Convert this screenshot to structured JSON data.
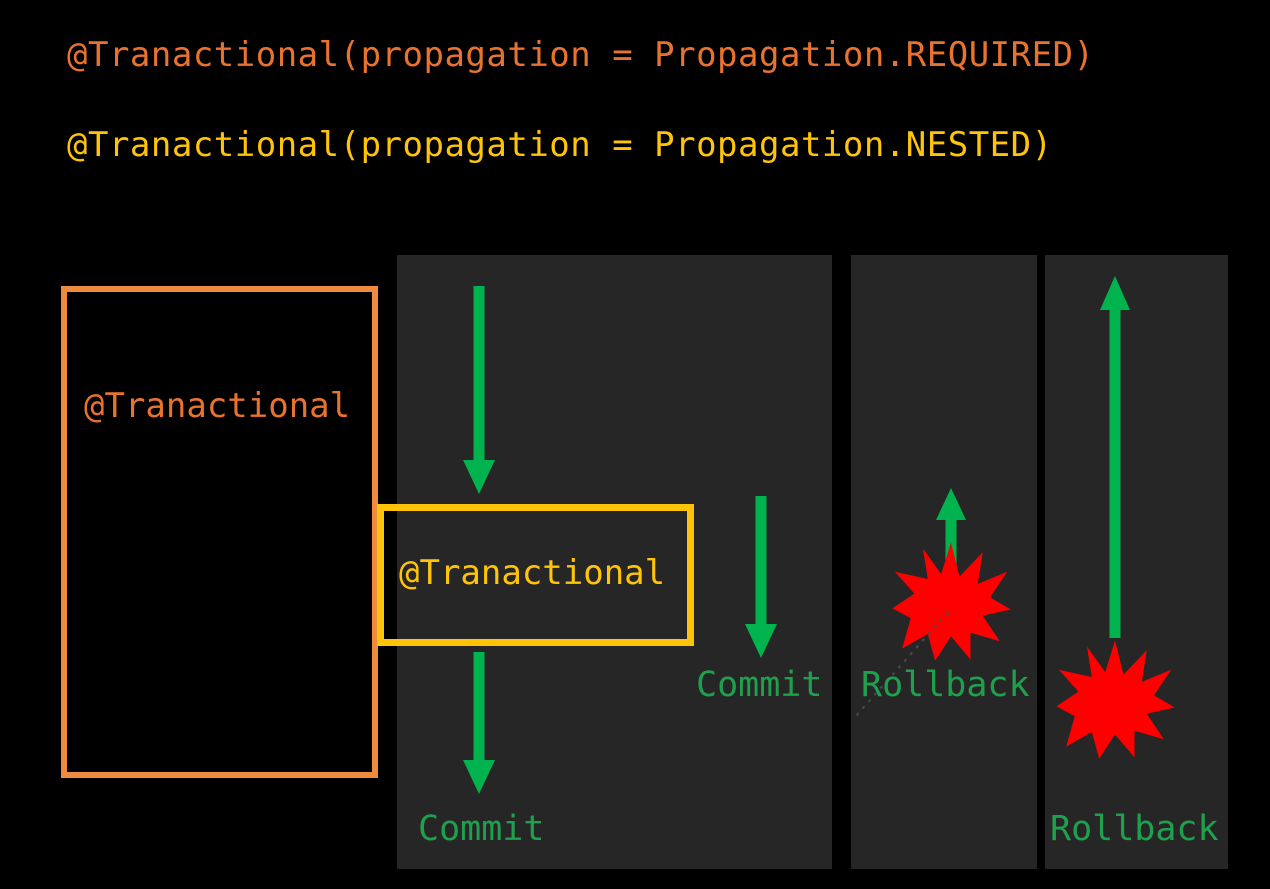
{
  "theme": {
    "background": "#000000",
    "panel_background": "#262626",
    "orange": "#E8732E",
    "orange_border": "#EE8B3C",
    "yellow": "#FFC40A",
    "green_arrow": "#00B34F",
    "green_text": "#1FA04D",
    "red_burst": "#FF0000"
  },
  "header": {
    "line_required": "@Tranactional(propagation = Propagation.REQUIRED)",
    "line_nested": "@Tranactional(propagation = Propagation.NESTED)"
  },
  "boxes": {
    "outer_label": "@Tranactional",
    "inner_label": "@Tranactional"
  },
  "labels": {
    "commit_outer": "Commit",
    "commit_inner": "Commit",
    "rollback_inner": "Rollback",
    "rollback_outer": "Rollback"
  },
  "icons": {
    "arrow_down": "down-arrow-icon",
    "arrow_up": "up-arrow-icon",
    "burst": "explosion-burst-icon"
  }
}
